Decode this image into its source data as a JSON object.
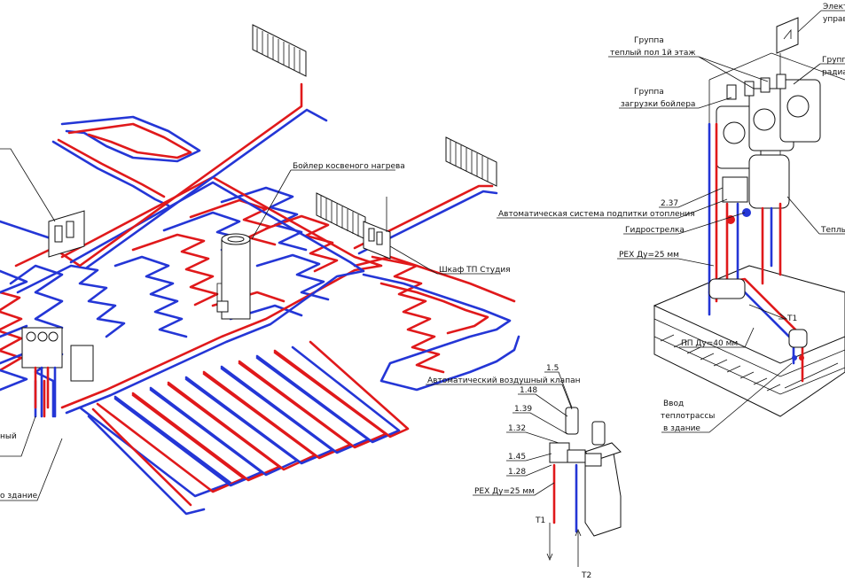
{
  "labels": {
    "boiler": "Бойлер косвеного нагрева",
    "cabinet": "Шкаф ТП Студия",
    "left_frag_1": "ный",
    "left_frag_2": "о здание",
    "air_valve": "Автоматический воздушный клапан",
    "n15": "1.5",
    "n148": "1.48",
    "n139": "1.39",
    "n132": "1.32",
    "n145": "1.45",
    "n128": "1.28",
    "pex25_bottom": "PEX Ду=25 мм",
    "t1_bottom": "Т1",
    "t2_bottom": "Т2",
    "elec_1": "Элект",
    "elec_2": "управ",
    "group_floor_1": "Группа",
    "group_floor_2": "теплый пол 1й этаж",
    "group_rad_1": "Групп",
    "group_rad_2": "радиа",
    "group_boiler_1": "Группа",
    "group_boiler_2": "загрузки бойлера",
    "n237": "2.37",
    "auto_feed": "Автоматическая система подпитки отопления",
    "hydro": "Гидрострелка",
    "pex25_right": "PEX Ду=25 мм",
    "warm": "Теплы",
    "t1_right": "Т1",
    "pp40": "ПП Ду=40 мм",
    "input_1": "Ввод",
    "input_2": "теплотрассы",
    "input_3": "в здание"
  },
  "colors": {
    "supply": "#e0191b",
    "return": "#2436d6",
    "outline": "#111111"
  }
}
